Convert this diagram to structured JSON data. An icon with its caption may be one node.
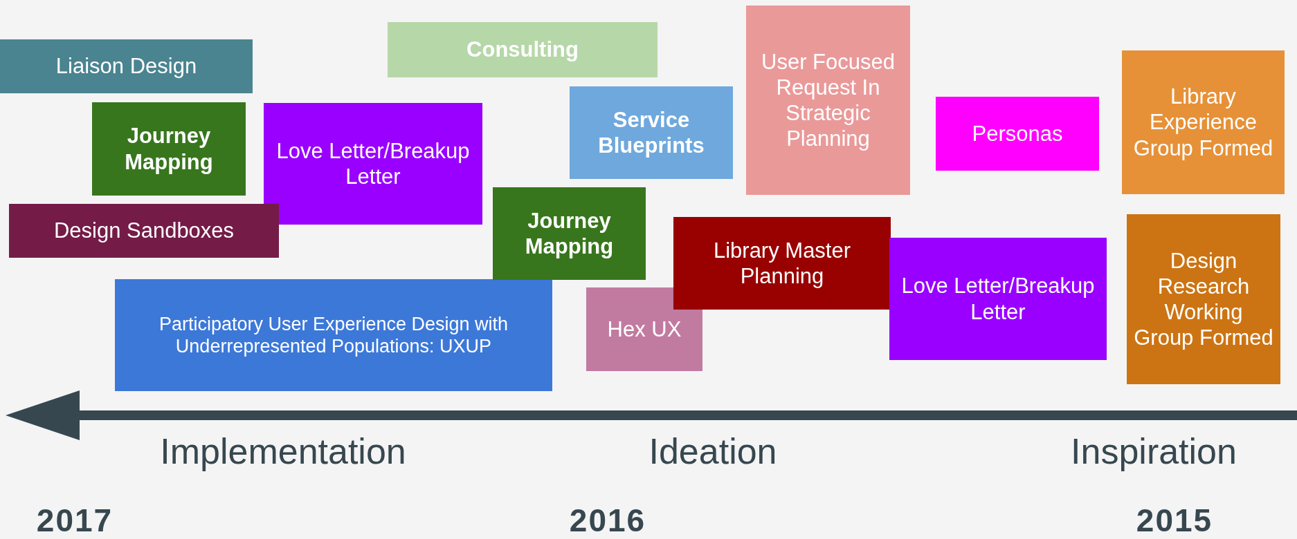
{
  "diagram": {
    "nodes": [
      {
        "text": [
          "Liaison Design"
        ]
      },
      {
        "text": [
          "Journey Mapping"
        ]
      },
      {
        "text": [
          "Love Letter/Breakup Letter"
        ]
      },
      {
        "text": [
          "Design Sandboxes"
        ]
      },
      {
        "text": [
          "Participatory User Experience Design with Underrepresented Populations: UXUP"
        ]
      },
      {
        "text": [
          "Consulting"
        ]
      },
      {
        "text": [
          "Service Blueprints"
        ]
      },
      {
        "text": [
          "Journey Mapping"
        ]
      },
      {
        "text": [
          "Hex UX"
        ]
      },
      {
        "text": [
          "User Focused Request In Strategic Planning"
        ]
      },
      {
        "text": [
          "Library Master Planning"
        ]
      },
      {
        "text": [
          "Personas"
        ]
      },
      {
        "text": [
          "Love Letter/Breakup Letter"
        ]
      },
      {
        "text": [
          "Library Experience Group Formed"
        ]
      },
      {
        "text": [
          "Design Research Working Group Formed"
        ]
      }
    ],
    "labels": [
      "Implementation",
      "Ideation",
      "Inspiration",
      "2017",
      "2016",
      "2015"
    ]
  }
}
